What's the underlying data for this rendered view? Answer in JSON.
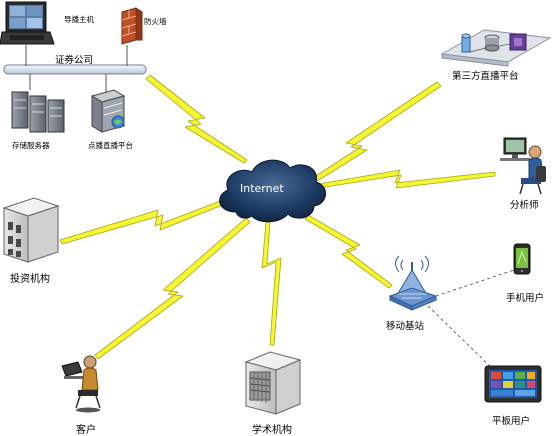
{
  "diagram": {
    "cloud_label": "Internet",
    "bus_label": "证券公司",
    "nodes": {
      "director_host": "导播主机",
      "firewall": "防火墙",
      "storage_server": "存储服务器",
      "vod_platform": "点播直播平台",
      "third_party_platform": "第三方直播平台",
      "analyst": "分析师",
      "investment_institution": "投资机构",
      "mobile_base_station": "移动基站",
      "mobile_user": "手机用户",
      "tablet_user": "平板用户",
      "client": "客户",
      "academic_institution": "学术机构"
    },
    "colors": {
      "lightning": "#f5f531",
      "lightning_stroke": "#a6a61a",
      "cloud": "#1d3c63",
      "bus": "#e9eef5",
      "wireless_dashed": "#555555"
    }
  }
}
